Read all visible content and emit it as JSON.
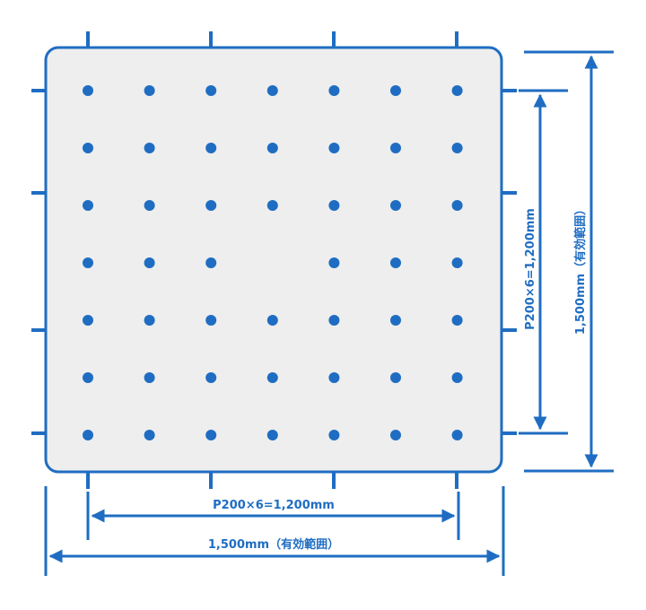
{
  "colors": {
    "accent": "#1f6dc2",
    "plate_fill": "#eeeeee",
    "background": "#ffffff"
  },
  "plate": {
    "grid_size": 7,
    "missing_holes": [
      [
        3,
        3
      ]
    ]
  },
  "dimensions": {
    "pitch_horizontal": "P200×6=1,200mm",
    "overall_horizontal": "1,500mm（有効範囲）",
    "pitch_vertical": "P200×6=1,200mm",
    "overall_vertical": "1,500mm（有効範囲）"
  }
}
